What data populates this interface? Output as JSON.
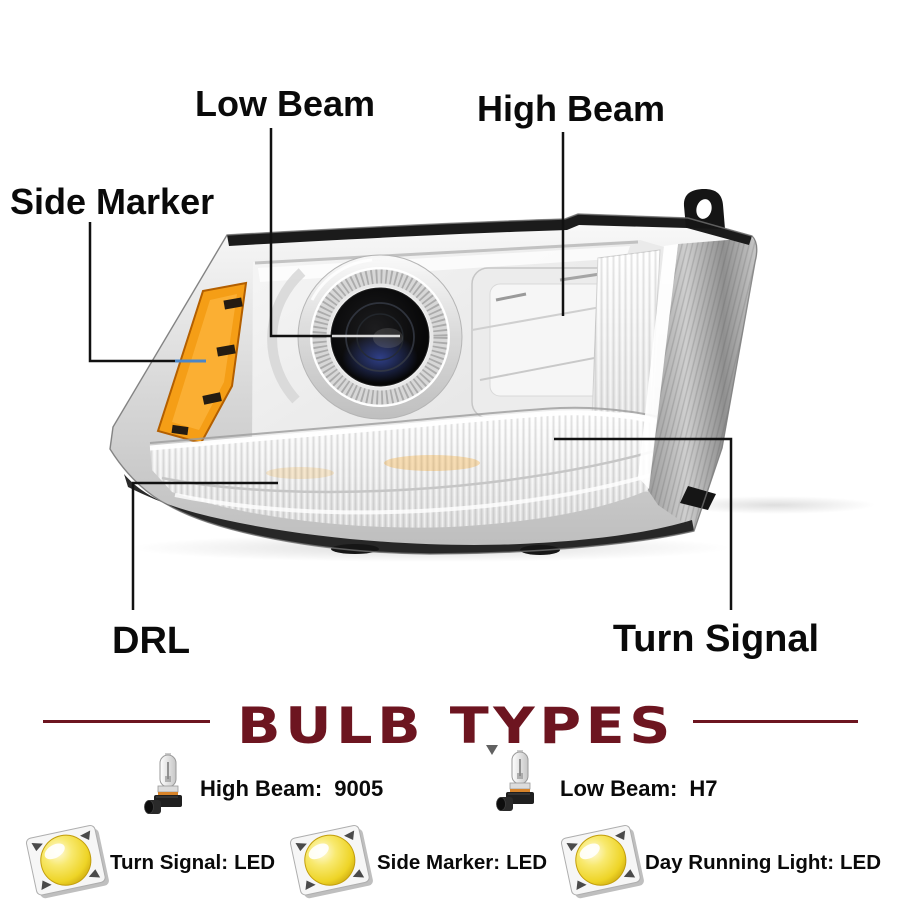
{
  "callout_labels": {
    "low_beam": "Low Beam",
    "high_beam": "High Beam",
    "side_marker": "Side Marker",
    "drl": "DRL",
    "turn_signal": "Turn Signal"
  },
  "section_title": "BULB TYPES",
  "bulb_types": [
    {
      "icon": "halogen-bulb-icon",
      "label": "High Beam:",
      "value": "9005"
    },
    {
      "icon": "halogen-bulb-icon",
      "label": "Low Beam:",
      "value": "H7"
    },
    {
      "icon": "led-chip-icon",
      "label": "Turn Signal:",
      "value": "LED"
    },
    {
      "icon": "led-chip-icon",
      "label": "Side Marker:",
      "value": "LED"
    },
    {
      "icon": "led-chip-icon",
      "label": "Day Running Light:",
      "value": "LED"
    }
  ],
  "colors": {
    "title_accent": "#6D1520",
    "label_text": "#0A0A0A",
    "amber_lens": "#F59E16",
    "led_dome": "#EED426",
    "leader_line": "#111111",
    "leader_tip_blue": "#4A86C8"
  }
}
